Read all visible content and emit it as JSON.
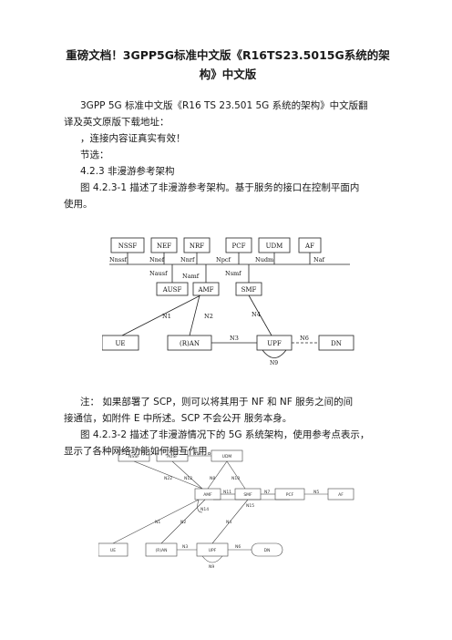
{
  "title": {
    "line1": "重磅文档！3GPP5G标准中文版《R16TS23.5015G系统的架",
    "line2": "构》中文版"
  },
  "intro": {
    "line1": "3GPP 5G 标准中文版《R16 TS 23.501 5G 系统的架构》中文版翻",
    "line2": "译及英文原版下载地址：",
    "line3": "，连接内容证真实有效！",
    "line4": "节选："
  },
  "section": "4.2.3 非漫游参考架构",
  "fig1_caption": {
    "line1": "图 4.2.3-1 描述了非漫游参考架构。基于服务的接口在控制平面内",
    "line2": "使用。"
  },
  "fig1": {
    "nfs": [
      "NSSF",
      "NEF",
      "NRF",
      "PCF",
      "UDM",
      "AF"
    ],
    "ifs": [
      "Nnssf",
      "Nnef",
      "Nnrf",
      "Npcf",
      "Nudm",
      "Naf"
    ],
    "ifs2": [
      "Nausf",
      "Namf",
      "Nsmf"
    ],
    "mid": [
      "AUSF",
      "AMF",
      "SMF"
    ],
    "bottom": [
      "UE",
      "(R)AN",
      "UPF",
      "DN"
    ],
    "refs": [
      "N1",
      "N2",
      "N4",
      "N3",
      "N6",
      "N9"
    ]
  },
  "note": {
    "line1": "注：  如果部署了  SCP，则可以将其用于  NF 和  NF 服务之间的间",
    "line2": "接通信，如附件 E 中所述。SCP 不会公开 服务本身。"
  },
  "fig2_caption": {
    "line1": "图 4.2.3-2 描述了非漫游情况下的 5G 系统架构，使用参考点表示，",
    "line2": "显示了各种网络功能如何相互作用。"
  },
  "fig2": {
    "top": [
      "NSSF",
      "AUSF",
      "UDM"
    ],
    "mid": [
      "AMF",
      "SMF",
      "PCF",
      "AF"
    ],
    "bottom": [
      "UE",
      "(R)AN",
      "UPF",
      "DN"
    ],
    "refs": [
      "N13",
      "N22",
      "N12",
      "N8",
      "N10",
      "N11",
      "N7",
      "N5",
      "N14",
      "N15",
      "N1",
      "N2",
      "N4",
      "N3",
      "N6",
      "N9"
    ]
  }
}
